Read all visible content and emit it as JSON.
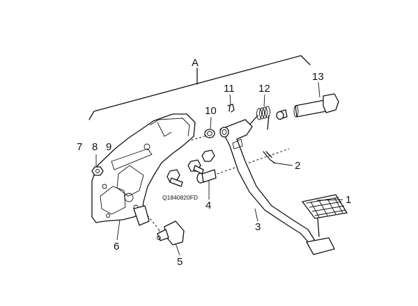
{
  "diagram": {
    "group_label": "A",
    "drawing_code": "Q1840820FD",
    "callouts": [
      "1",
      "2",
      "3",
      "4",
      "5",
      "6",
      "7",
      "8",
      "9",
      "10",
      "11",
      "12",
      "13"
    ]
  }
}
